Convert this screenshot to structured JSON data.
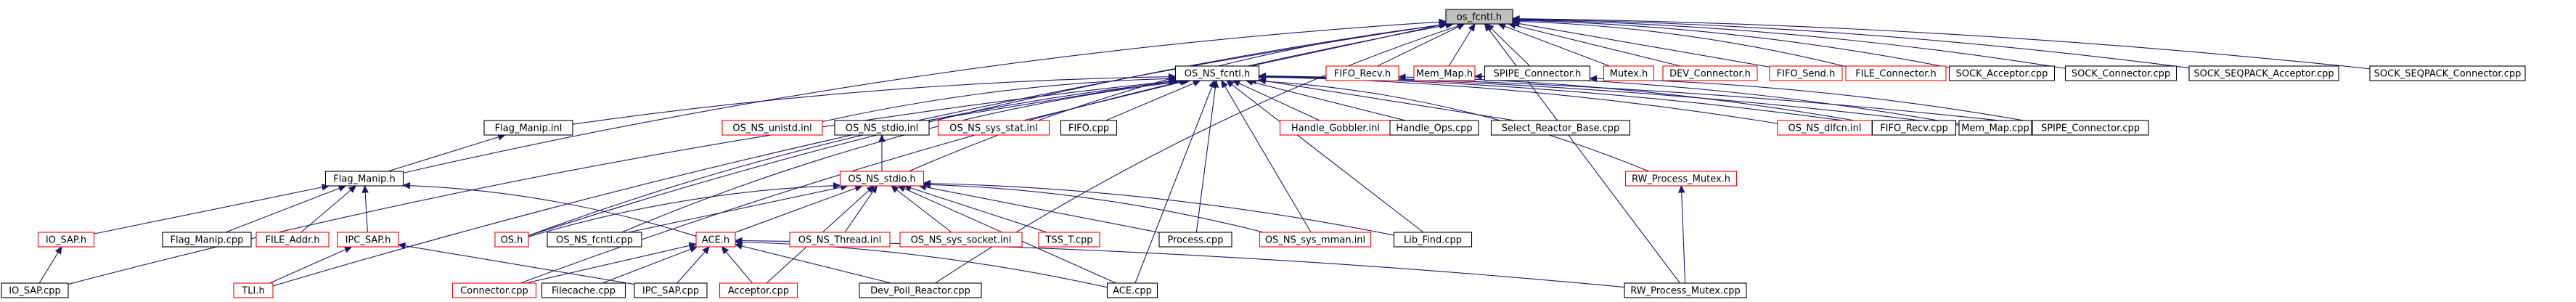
{
  "diagram": {
    "nodes": [
      {
        "id": "os_fcntl_h",
        "label": "os_fcntl.h",
        "style": "root"
      },
      {
        "id": "flag_manip_h",
        "label": "Flag_Manip.h",
        "style": "black"
      },
      {
        "id": "tli_h",
        "label": "TLI.h",
        "style": "red"
      },
      {
        "id": "os_h",
        "label": "OS.h",
        "style": "red"
      },
      {
        "id": "os_ns_fcntl_h",
        "label": "OS_NS_fcntl.h",
        "style": "black"
      },
      {
        "id": "fifo_recv_h",
        "label": "FIFO_Recv.h",
        "style": "red"
      },
      {
        "id": "mem_map_h",
        "label": "Mem_Map.h",
        "style": "red"
      },
      {
        "id": "spipe_connector_h",
        "label": "SPIPE_Connector.h",
        "style": "black"
      },
      {
        "id": "mutex_h",
        "label": "Mutex.h",
        "style": "red"
      },
      {
        "id": "dev_connector_h",
        "label": "DEV_Connector.h",
        "style": "red"
      },
      {
        "id": "fifo_send_h",
        "label": "FIFO_Send.h",
        "style": "red"
      },
      {
        "id": "file_connector_h",
        "label": "FILE_Connector.h",
        "style": "red"
      },
      {
        "id": "sock_acceptor_cpp",
        "label": "SOCK_Acceptor.cpp",
        "style": "black"
      },
      {
        "id": "sock_connector_cpp",
        "label": "SOCK_Connector.cpp",
        "style": "black"
      },
      {
        "id": "sock_seqpack_acceptor_cpp",
        "label": "SOCK_SEQPACK_Acceptor.cpp",
        "style": "black"
      },
      {
        "id": "sock_seqpack_connector_cpp",
        "label": "SOCK_SEQPACK_Connector.cpp",
        "style": "black"
      },
      {
        "id": "flag_manip_inl",
        "label": "Flag_Manip.inl",
        "style": "black"
      },
      {
        "id": "os_ns_unistd_inl",
        "label": "OS_NS_unistd.inl",
        "style": "red"
      },
      {
        "id": "os_ns_stdio_inl",
        "label": "OS_NS_stdio.inl",
        "style": "black"
      },
      {
        "id": "os_ns_sys_stat_inl",
        "label": "OS_NS_sys_stat.inl",
        "style": "red"
      },
      {
        "id": "fifo_cpp",
        "label": "FIFO.cpp",
        "style": "black"
      },
      {
        "id": "handle_gobbler_inl",
        "label": "Handle_Gobbler.inl",
        "style": "red"
      },
      {
        "id": "handle_ops_cpp",
        "label": "Handle_Ops.cpp",
        "style": "black"
      },
      {
        "id": "select_reactor_base_cpp",
        "label": "Select_Reactor_Base.cpp",
        "style": "black"
      },
      {
        "id": "os_ns_dlfcn_inl",
        "label": "OS_NS_dlfcn.inl",
        "style": "red"
      },
      {
        "id": "fifo_recv_cpp",
        "label": "FIFO_Recv.cpp",
        "style": "black"
      },
      {
        "id": "mem_map_cpp",
        "label": "Mem_Map.cpp",
        "style": "black"
      },
      {
        "id": "spipe_connector_cpp",
        "label": "SPIPE_Connector.cpp",
        "style": "black"
      },
      {
        "id": "os_ns_stdio_h",
        "label": "OS_NS_stdio.h",
        "style": "red"
      },
      {
        "id": "rw_process_mutex_h",
        "label": "RW_Process_Mutex.h",
        "style": "red"
      },
      {
        "id": "io_sap_h",
        "label": "IO_SAP.h",
        "style": "red"
      },
      {
        "id": "flag_manip_cpp",
        "label": "Flag_Manip.cpp",
        "style": "black"
      },
      {
        "id": "file_addr_h",
        "label": "FILE_Addr.h",
        "style": "red"
      },
      {
        "id": "ipc_sap_h",
        "label": "IPC_SAP.h",
        "style": "red"
      },
      {
        "id": "os_ns_fcntl_cpp",
        "label": "OS_NS_fcntl.cpp",
        "style": "black"
      },
      {
        "id": "ace_h",
        "label": "ACE.h",
        "style": "red"
      },
      {
        "id": "os_ns_thread_inl",
        "label": "OS_NS_Thread.inl",
        "style": "red"
      },
      {
        "id": "os_ns_sys_socket_inl",
        "label": "OS_NS_sys_socket.inl",
        "style": "red"
      },
      {
        "id": "tss_t_cpp",
        "label": "TSS_T.cpp",
        "style": "red"
      },
      {
        "id": "process_cpp",
        "label": "Process.cpp",
        "style": "black"
      },
      {
        "id": "os_ns_sys_mman_inl",
        "label": "OS_NS_sys_mman.inl",
        "style": "red"
      },
      {
        "id": "lib_find_cpp",
        "label": "Lib_Find.cpp",
        "style": "black"
      },
      {
        "id": "io_sap_cpp",
        "label": "IO_SAP.cpp",
        "style": "black"
      },
      {
        "id": "connector_cpp",
        "label": "Connector.cpp",
        "style": "red"
      },
      {
        "id": "filecache_cpp",
        "label": "Filecache.cpp",
        "style": "black"
      },
      {
        "id": "ipc_sap_cpp",
        "label": "IPC_SAP.cpp",
        "style": "black"
      },
      {
        "id": "acceptor_cpp",
        "label": "Acceptor.cpp",
        "style": "red"
      },
      {
        "id": "dev_poll_reactor_cpp",
        "label": "Dev_Poll_Reactor.cpp",
        "style": "black"
      },
      {
        "id": "ace_cpp",
        "label": "ACE.cpp",
        "style": "black"
      },
      {
        "id": "rw_process_mutex_cpp",
        "label": "RW_Process_Mutex.cpp",
        "style": "black"
      }
    ],
    "edges": [
      [
        "flag_manip_h",
        "os_fcntl_h"
      ],
      [
        "tli_h",
        "os_fcntl_h"
      ],
      [
        "os_h",
        "os_fcntl_h"
      ],
      [
        "os_ns_fcntl_h",
        "os_fcntl_h"
      ],
      [
        "fifo_recv_h",
        "os_fcntl_h"
      ],
      [
        "mem_map_h",
        "os_fcntl_h"
      ],
      [
        "spipe_connector_h",
        "os_fcntl_h"
      ],
      [
        "mutex_h",
        "os_fcntl_h"
      ],
      [
        "dev_connector_h",
        "os_fcntl_h"
      ],
      [
        "fifo_send_h",
        "os_fcntl_h"
      ],
      [
        "file_connector_h",
        "os_fcntl_h"
      ],
      [
        "sock_acceptor_cpp",
        "os_fcntl_h"
      ],
      [
        "sock_connector_cpp",
        "os_fcntl_h"
      ],
      [
        "sock_seqpack_acceptor_cpp",
        "os_fcntl_h"
      ],
      [
        "sock_seqpack_connector_cpp",
        "os_fcntl_h"
      ],
      [
        "os_ns_stdio_h",
        "os_fcntl_h"
      ],
      [
        "connector_cpp",
        "os_fcntl_h"
      ],
      [
        "dev_poll_reactor_cpp",
        "os_fcntl_h"
      ],
      [
        "rw_process_mutex_cpp",
        "os_fcntl_h"
      ],
      [
        "flag_manip_inl",
        "os_ns_fcntl_h"
      ],
      [
        "os_ns_unistd_inl",
        "os_ns_fcntl_h"
      ],
      [
        "os_ns_stdio_inl",
        "os_ns_fcntl_h"
      ],
      [
        "os_ns_sys_stat_inl",
        "os_ns_fcntl_h"
      ],
      [
        "fifo_cpp",
        "os_ns_fcntl_h"
      ],
      [
        "handle_gobbler_inl",
        "os_ns_fcntl_h"
      ],
      [
        "handle_ops_cpp",
        "os_ns_fcntl_h"
      ],
      [
        "select_reactor_base_cpp",
        "os_ns_fcntl_h"
      ],
      [
        "os_ns_dlfcn_inl",
        "os_ns_fcntl_h"
      ],
      [
        "fifo_recv_cpp",
        "os_ns_fcntl_h"
      ],
      [
        "mem_map_cpp",
        "os_ns_fcntl_h"
      ],
      [
        "spipe_connector_cpp",
        "os_ns_fcntl_h"
      ],
      [
        "io_sap_cpp",
        "os_ns_fcntl_h"
      ],
      [
        "os_ns_fcntl_cpp",
        "os_ns_fcntl_h"
      ],
      [
        "process_cpp",
        "os_ns_fcntl_h"
      ],
      [
        "os_ns_sys_mman_inl",
        "os_ns_fcntl_h"
      ],
      [
        "lib_find_cpp",
        "os_ns_fcntl_h"
      ],
      [
        "rw_process_mutex_h",
        "os_ns_fcntl_h"
      ],
      [
        "os_h",
        "os_ns_fcntl_h"
      ],
      [
        "ace_cpp",
        "os_ns_fcntl_h"
      ],
      [
        "fifo_recv_cpp",
        "fifo_recv_h"
      ],
      [
        "mem_map_cpp",
        "mem_map_h"
      ],
      [
        "spipe_connector_cpp",
        "spipe_connector_h"
      ],
      [
        "flag_manip_h",
        "flag_manip_inl"
      ],
      [
        "os_ns_stdio_h",
        "os_ns_stdio_inl"
      ],
      [
        "io_sap_h",
        "flag_manip_h"
      ],
      [
        "flag_manip_cpp",
        "flag_manip_h"
      ],
      [
        "file_addr_h",
        "flag_manip_h"
      ],
      [
        "ipc_sap_h",
        "flag_manip_h"
      ],
      [
        "ace_h",
        "flag_manip_h"
      ],
      [
        "os_h",
        "os_ns_stdio_h"
      ],
      [
        "os_ns_fcntl_cpp",
        "os_ns_stdio_h"
      ],
      [
        "ace_h",
        "os_ns_stdio_h"
      ],
      [
        "os_ns_thread_inl",
        "os_ns_stdio_h"
      ],
      [
        "os_ns_sys_socket_inl",
        "os_ns_stdio_h"
      ],
      [
        "tss_t_cpp",
        "os_ns_stdio_h"
      ],
      [
        "process_cpp",
        "os_ns_stdio_h"
      ],
      [
        "os_ns_sys_mman_inl",
        "os_ns_stdio_h"
      ],
      [
        "lib_find_cpp",
        "os_ns_stdio_h"
      ],
      [
        "acceptor_cpp",
        "os_ns_stdio_h"
      ],
      [
        "ace_cpp",
        "os_ns_stdio_h"
      ],
      [
        "rw_process_mutex_cpp",
        "rw_process_mutex_h"
      ],
      [
        "io_sap_cpp",
        "io_sap_h"
      ],
      [
        "tli_h",
        "ipc_sap_h"
      ],
      [
        "ipc_sap_cpp",
        "ipc_sap_h"
      ],
      [
        "connector_cpp",
        "ace_h"
      ],
      [
        "filecache_cpp",
        "ace_h"
      ],
      [
        "ipc_sap_cpp",
        "ace_h"
      ],
      [
        "acceptor_cpp",
        "ace_h"
      ],
      [
        "dev_poll_reactor_cpp",
        "ace_h"
      ],
      [
        "ace_cpp",
        "ace_h"
      ],
      [
        "rw_process_mutex_cpp",
        "ace_h"
      ]
    ]
  }
}
